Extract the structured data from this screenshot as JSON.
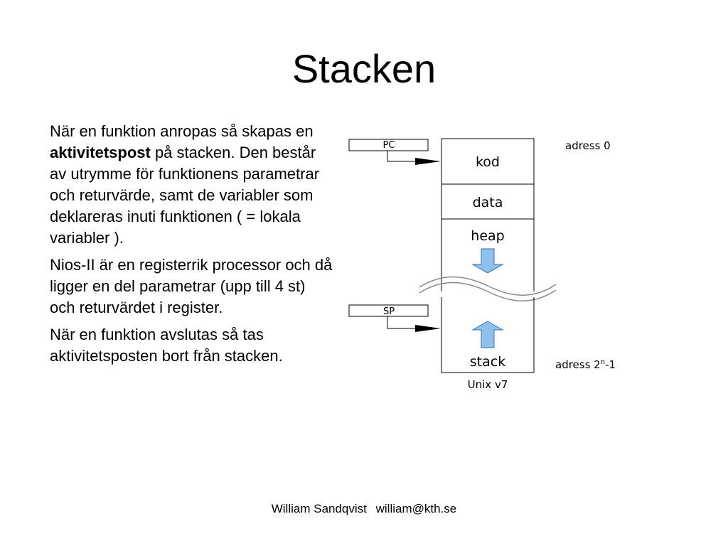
{
  "slide": {
    "title": "Stacken",
    "paragraph1": {
      "before": "När en funktion anropas så skapas en ",
      "bold": "aktivitetspost",
      "after": " på stacken. Den består av utrymme för funktionens parametrar och returvärde, samt de variabler som deklareras inuti funktionen ( = lokala variabler )."
    },
    "paragraph2": "Nios-II är en registerrik processor och då ligger en del parametrar (upp till 4 st) och returvärdet i register.",
    "paragraph3": "När en funktion avslutas så tas aktivitetsposten bort från stacken."
  },
  "diagram": {
    "pc_label": "PC",
    "sp_label": "SP",
    "segments": {
      "kod": "kod",
      "data": "data",
      "heap": "heap",
      "stack": "stack"
    },
    "address_top": "adress 0",
    "address_bottom_prefix": "adress 2",
    "address_bottom_exp": "n",
    "address_bottom_suffix": "-1",
    "caption": "Unix v7",
    "arrow_color": "#8fc1ee",
    "arrow_stroke": "#3a6fb0"
  },
  "footer": {
    "author": "William Sandqvist",
    "email": "william@kth.se"
  }
}
